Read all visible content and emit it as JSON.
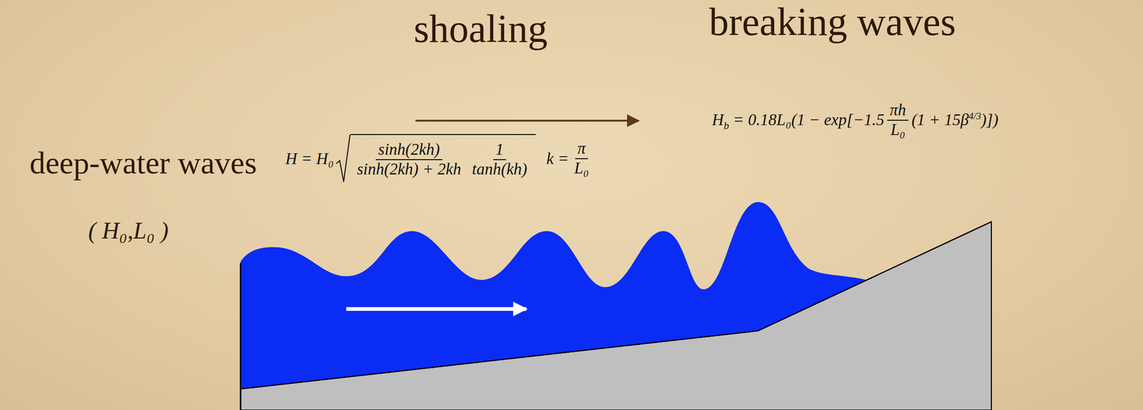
{
  "diagram": {
    "labels": [
      "deep-water waves",
      "( H₀,L₀ )",
      "shoaling",
      "H = H₀",
      "sinh(2kh)",
      "sinh(2kh) + 2kh",
      "1",
      "tanh(kh)",
      "k =",
      "π",
      "L₀",
      "breaking waves",
      "H",
      "b",
      "= 0.18L₀(1 − exp[−1.5",
      "πh",
      "L₀",
      "(1 + 15β",
      "4/3",
      ")])"
    ]
  }
}
